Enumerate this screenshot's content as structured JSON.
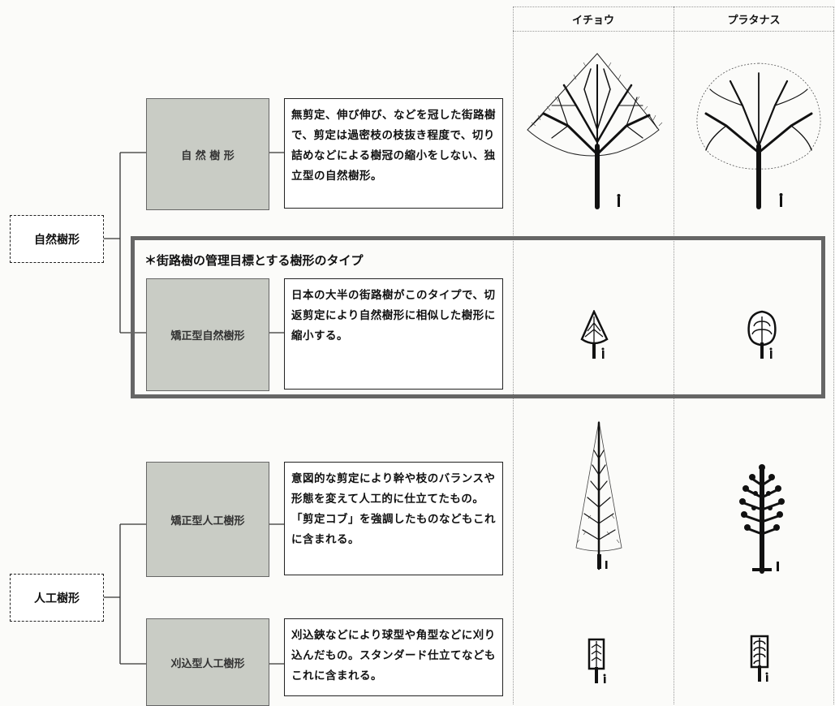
{
  "columns": {
    "ginkgo": "イチョウ",
    "platanus": "プラタナス"
  },
  "categories": {
    "natural": "自然樹形",
    "artificial": "人工樹形"
  },
  "types": [
    {
      "label": "自 然 樹 形",
      "description": "無剪定、伸び伸び、などを冠した街路樹で、剪定は過密枝の枝抜き程度で、切り詰めなどによる樹冠の縮小をしない、独立型の自然樹形。"
    },
    {
      "label": "矯正型自然樹形",
      "description": "日本の大半の街路樹がこのタイプで、切返剪定により自然樹形に相似した樹形に縮小する。"
    },
    {
      "label": "矯正型人工樹形",
      "description": "意図的な剪定により幹や枝のバランスや形態を変えて人工的に仕立てたもの。「剪定コブ」を強調したものなどもこれに含まれる。"
    },
    {
      "label": "刈込型人工樹形",
      "description": "刈込鋏などにより球型や角型などに刈り込んだもの。スタンダード仕立てなどもこれに含まれる。"
    }
  ],
  "highlight_note": "＊街路樹の管理目標とする樹形のタイプ"
}
